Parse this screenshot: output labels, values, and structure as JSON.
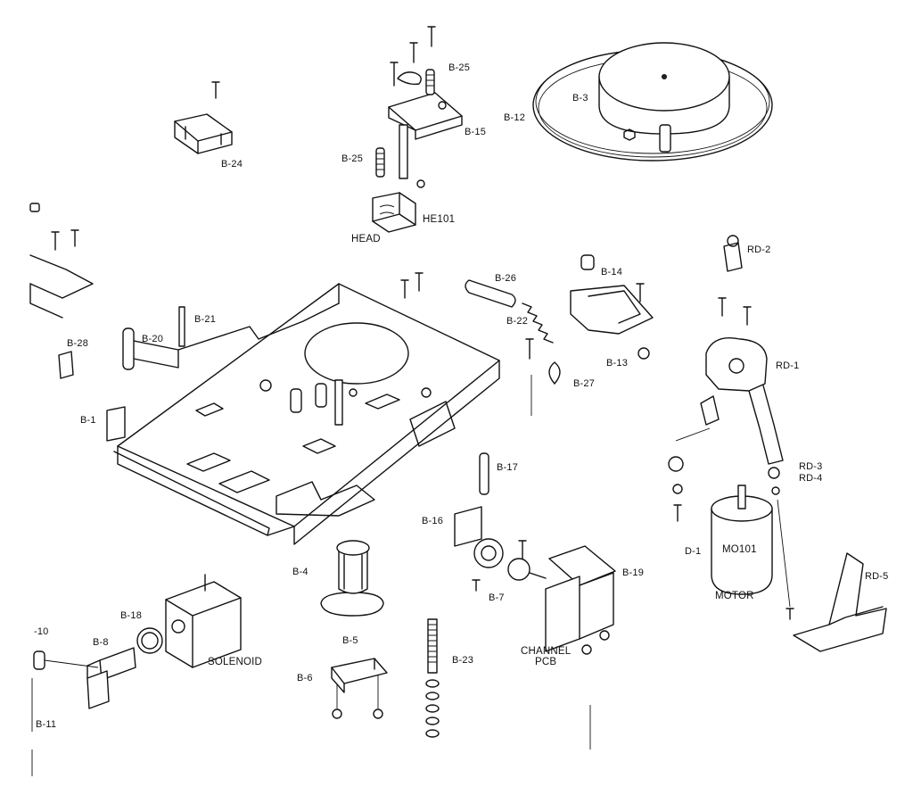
{
  "labels": {
    "b24": "B-24",
    "b25a": "B-25",
    "b25b": "B-25",
    "b15": "B-15",
    "he101": "HE101",
    "head": "HEAD",
    "b12": "B-12",
    "b3": "B-3",
    "rd2": "RD-2",
    "b26": "B-26",
    "b14": "B-14",
    "b22": "B-22",
    "b13": "B-13",
    "b27": "B-27",
    "rd1": "RD-1",
    "b21": "B-21",
    "b20": "B-20",
    "b28": "B-28",
    "b1": "B-1",
    "b17": "B-17",
    "b16": "B-16",
    "rd3": "RD-3",
    "rd4": "RD-4",
    "d1": "D-1",
    "mo101": "MO101",
    "motor": "MOTOR",
    "rd5": "RD-5",
    "b4": "B-4",
    "b7": "B-7",
    "b19": "B-19",
    "channel": "CHANNEL",
    "pcb": "PCB",
    "b18": "B-18",
    "b10": "-10",
    "b8": "B-8",
    "solenoid": "SOLENOID",
    "b5": "B-5",
    "b6": "B-6",
    "b23": "B-23",
    "b11": "B-11"
  }
}
